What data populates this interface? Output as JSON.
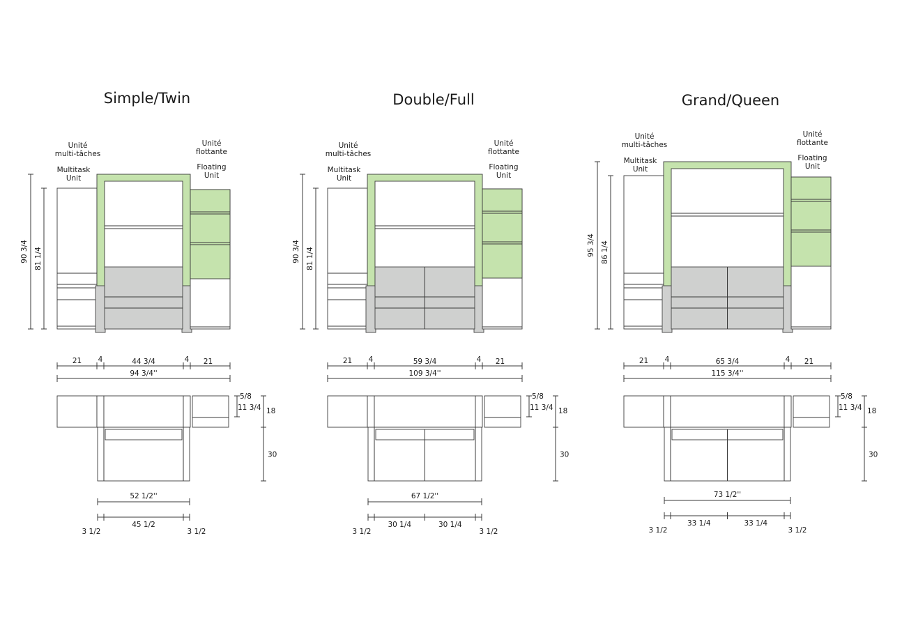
{
  "colors": {
    "frame_green": "#c5e3ad",
    "sofa_gray": "#cfd0cf",
    "line": "#3a3a3a"
  },
  "unit_labels": {
    "multitask_fr_1": "Unité",
    "multitask_fr_2": "multi-tâches",
    "multitask_en_1": "Multitask",
    "multitask_en_2": "Unit",
    "floating_fr_1": "Unité",
    "floating_fr_2": "flottante",
    "floating_en_1": "Floating",
    "floating_en_2": "Unit"
  },
  "panels": [
    {
      "title": "Simple/Twin",
      "seats": 1,
      "dims": {
        "total_height": "90 3/4",
        "frame_height": "81 1/4",
        "left_unit": "21",
        "post_left": "4",
        "bed_width": "44 3/4",
        "post_right": "4",
        "right_unit": "21",
        "overall_width": "94 3/4''",
        "top_offset": "5/8",
        "shelf_depth": "11 3/4",
        "cabinet_depth": "18",
        "bed_depth": "30",
        "sofa_width": "52 1/2''",
        "arm_left": "3 1/2",
        "seat_widths": [
          "45 1/2"
        ],
        "arm_right": "3 1/2"
      }
    },
    {
      "title": "Double/Full",
      "seats": 2,
      "dims": {
        "total_height": "90 3/4",
        "frame_height": "81 1/4",
        "left_unit": "21",
        "post_left": "4",
        "bed_width": "59 3/4",
        "post_right": "4",
        "right_unit": "21",
        "overall_width": "109 3/4''",
        "top_offset": "5/8",
        "shelf_depth": "11 3/4",
        "cabinet_depth": "18",
        "bed_depth": "30",
        "sofa_width": "67 1/2''",
        "arm_left": "3 1/2",
        "seat_widths": [
          "30 1/4",
          "30 1/4"
        ],
        "arm_right": "3 1/2"
      }
    },
    {
      "title": "Grand/Queen",
      "seats": 2,
      "dims": {
        "total_height": "95 3/4",
        "frame_height": "86 1/4",
        "left_unit": "21",
        "post_left": "4",
        "bed_width": "65 3/4",
        "post_right": "4",
        "right_unit": "21",
        "overall_width": "115 3/4''",
        "top_offset": "5/8",
        "shelf_depth": "11 3/4",
        "cabinet_depth": "18",
        "bed_depth": "30",
        "sofa_width": "73 1/2''",
        "arm_left": "3 1/2",
        "seat_widths": [
          "33 1/4",
          "33 1/4"
        ],
        "arm_right": "3 1/2"
      }
    }
  ]
}
